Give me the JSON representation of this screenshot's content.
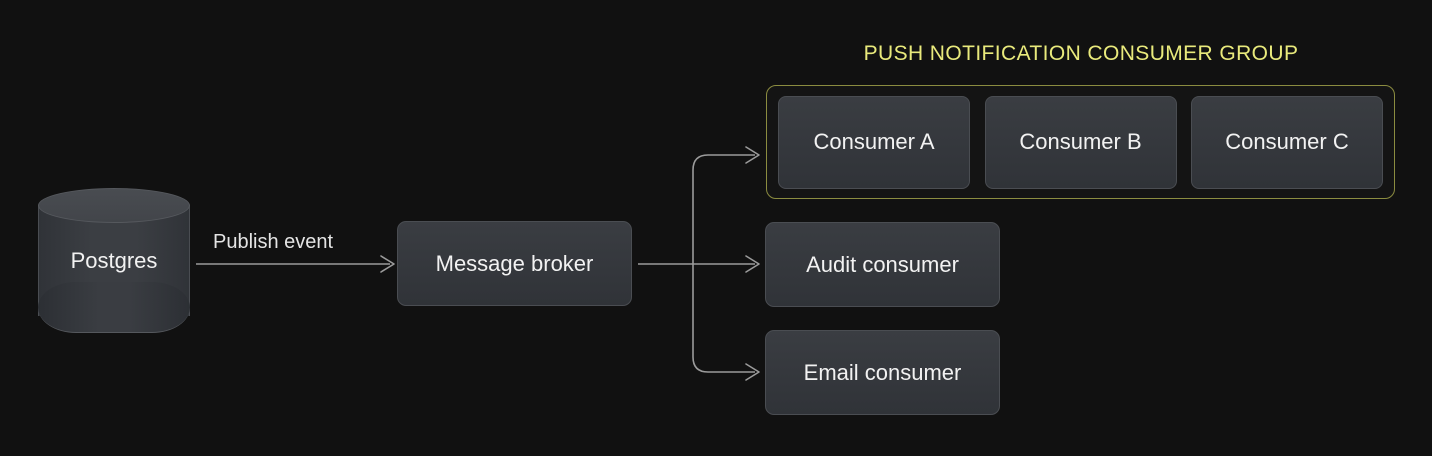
{
  "diagram": {
    "background_color": "#111111",
    "group": {
      "title": "PUSH NOTIFICATION CONSUMER GROUP",
      "title_color": "#e9ea7c",
      "border_color": "#8b8c40",
      "consumers": [
        {
          "label": "Consumer A"
        },
        {
          "label": "Consumer B"
        },
        {
          "label": "Consumer C"
        }
      ]
    },
    "source": {
      "label": "Postgres",
      "shape": "cylinder"
    },
    "broker": {
      "label": "Message broker"
    },
    "consumers_standalone": [
      {
        "label": "Audit consumer"
      },
      {
        "label": "Email consumer"
      }
    ],
    "edges": [
      {
        "label": "Publish event",
        "from": "Postgres",
        "to": "Message broker"
      },
      {
        "label": "",
        "from": "Message broker",
        "to": "PUSH NOTIFICATION CONSUMER GROUP"
      },
      {
        "label": "",
        "from": "Message broker",
        "to": "Audit consumer"
      },
      {
        "label": "",
        "from": "Message broker",
        "to": "Email consumer"
      }
    ],
    "node_fill": "#35383c",
    "node_text_color": "#f2f2f2",
    "edge_color": "#9b9b9b"
  }
}
